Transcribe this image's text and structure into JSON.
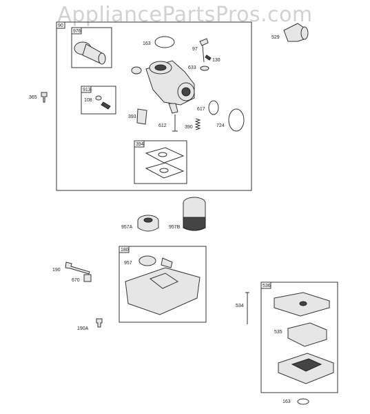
{
  "watermark": "AppliancePartsPros.com",
  "labels": {
    "p90": "90",
    "p976": "976",
    "p163a": "163",
    "p97": "97",
    "p130": "130",
    "p633": "633",
    "p529": "529",
    "p365": "365",
    "p913": "913",
    "p108": "108",
    "p617": "617",
    "p393": "393",
    "p612": "612",
    "p390": "390",
    "p724": "724",
    "p394": "394",
    "p957a": "957A",
    "p957b": "957B",
    "p180": "180",
    "p957": "957",
    "p190": "190",
    "p670": "670",
    "p536": "536",
    "p534": "534",
    "p535": "535",
    "p190a": "190A",
    "p163b": "163"
  }
}
